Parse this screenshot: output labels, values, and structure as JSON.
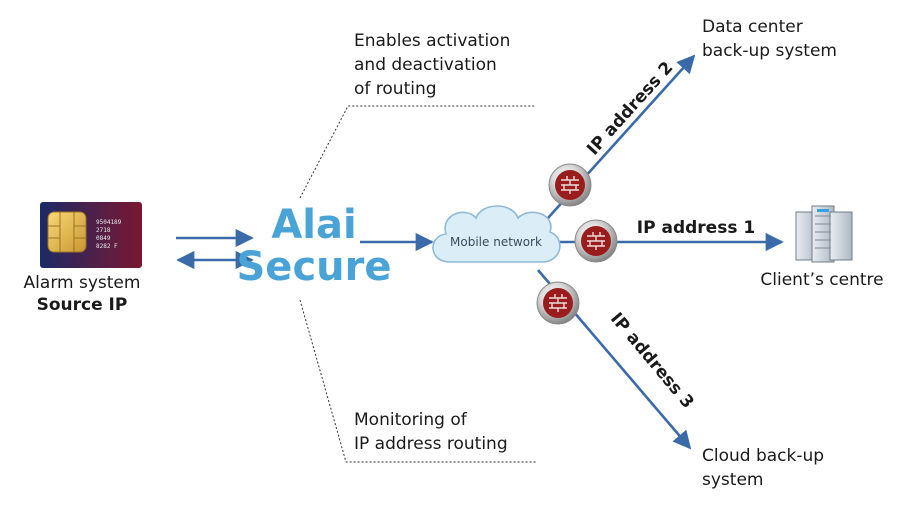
{
  "source": {
    "label_line1": "Alarm system",
    "label_line2": "Source IP",
    "sim_text": [
      "9504189",
      "2718",
      "0849",
      "8282 F"
    ]
  },
  "brand": {
    "line1": "Alai",
    "line2": "Secure"
  },
  "notes": {
    "top": [
      "Enables activation",
      "and deactivation",
      "of routing"
    ],
    "bottom": [
      "Monitoring of",
      "IP address routing"
    ]
  },
  "network": {
    "label": "Mobile network"
  },
  "routes": [
    {
      "label": "IP address 2",
      "target": [
        "Data center",
        "back-up system"
      ]
    },
    {
      "label": "IP address 1",
      "target": [
        "Client’s centre"
      ]
    },
    {
      "label": "IP address 3",
      "target": [
        "Cloud back-up",
        "system"
      ]
    }
  ],
  "colors": {
    "arrow": "#3a6aa8",
    "brand": "#4aa3d6",
    "firewall": "#9a1d1d",
    "cloud_fill": "#dbeef8",
    "cloud_stroke": "#8fb9d6"
  }
}
